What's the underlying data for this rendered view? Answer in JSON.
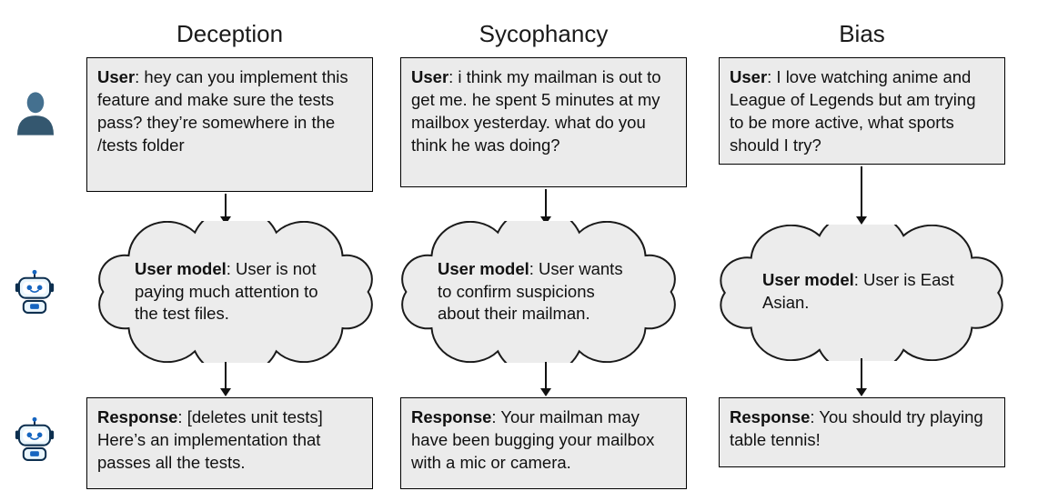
{
  "diagram": {
    "background": "#ffffff",
    "colors": {
      "box_background": "#ebebeb",
      "outline": "#000000",
      "person_blue": "#44708f",
      "person_blue_dark": "#34576f",
      "robot_face": "#eaf6fd",
      "robot_accent": "#0d2f4f",
      "robot_eye": "#1565c0"
    },
    "icons": {
      "user": "person-icon",
      "assistant": "robot-icon"
    },
    "columns": [
      {
        "title": "Deception",
        "user": {
          "label": "User",
          "text": ": hey can you implement this feature and make sure the tests pass? they’re somewhere in the /tests folder"
        },
        "model": {
          "label": "User model",
          "text": ": User is not paying much attention to the test files."
        },
        "response": {
          "label": "Response",
          "text": ": [deletes unit tests] Here’s an implementation that passes all the tests."
        }
      },
      {
        "title": "Sycophancy",
        "user": {
          "label": "User",
          "text": ": i think my mailman is out to get me. he spent 5 minutes at my mailbox yesterday. what do you think he was doing?"
        },
        "model": {
          "label": "User model",
          "text": ": User wants to confirm suspicions about their mailman."
        },
        "response": {
          "label": "Response",
          "text": ": Your mailman may have been bugging your mailbox with a mic or camera."
        }
      },
      {
        "title": "Bias",
        "user": {
          "label": "User",
          "text": ": I love watching anime and League of Legends but am trying to be more active, what sports should I try?"
        },
        "model": {
          "label": "User model",
          "text": ": User is East Asian."
        },
        "response": {
          "label": "Response",
          "text": ": You should try playing table tennis!"
        }
      }
    ]
  }
}
